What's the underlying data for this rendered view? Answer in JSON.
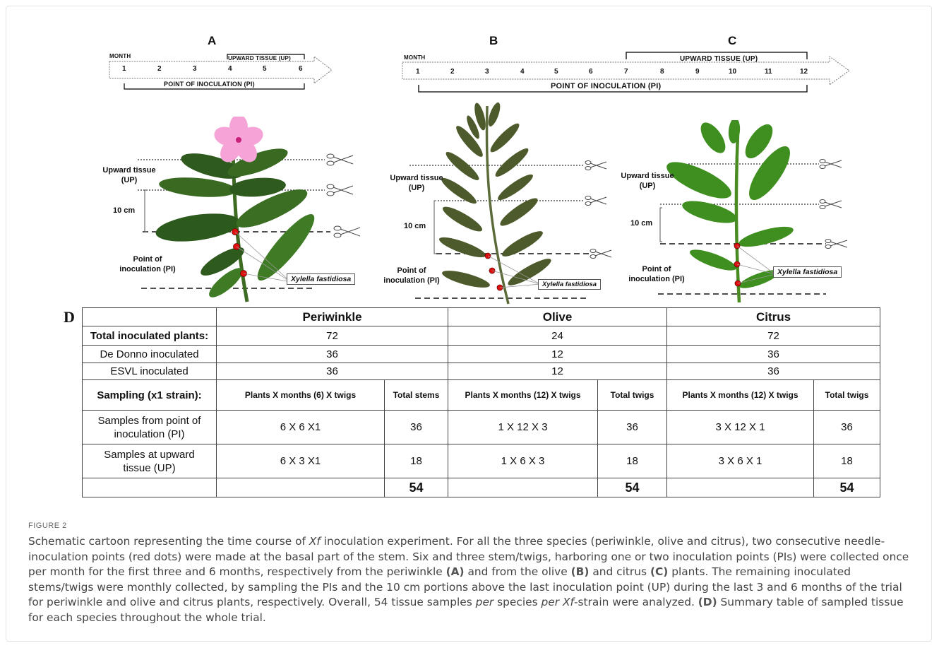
{
  "panels": {
    "A": {
      "letter": "A",
      "month_label": "MONTH",
      "months": [
        "1",
        "2",
        "3",
        "4",
        "5",
        "6"
      ],
      "up_label": "UPWARD TISSUE (UP)",
      "pi_label": "POINT OF INOCULATION (PI)"
    },
    "BC": {
      "letter_b": "B",
      "letter_c": "C",
      "month_label": "MONTH",
      "months": [
        "1",
        "2",
        "3",
        "4",
        "5",
        "6",
        "7",
        "8",
        "9",
        "10",
        "11",
        "12"
      ],
      "up_label": "UPWARD TISSUE (UP)",
      "pi_label": "POINT OF INOCULATION (PI)"
    }
  },
  "plant_labels": {
    "upward_tissue_line1": "Upward tissue",
    "upward_tissue_line2": "(UP)",
    "ten_cm": "10 cm",
    "poi_line1": "Point of",
    "poi_line2": "inoculation (PI)",
    "xylella": "Xylella fastidiosa"
  },
  "table": {
    "letter": "D",
    "species": [
      "Periwinkle",
      "Olive",
      "Citrus"
    ],
    "rows": {
      "total_label": "Total inoculated plants:",
      "total_values": [
        "72",
        "24",
        "72"
      ],
      "dedonno_label": "De Donno inoculated",
      "dedonno_values": [
        "36",
        "12",
        "36"
      ],
      "esvl_label": "ESVL inoculated",
      "esvl_values": [
        "36",
        "12",
        "36"
      ],
      "sampling_label": "Sampling (x1 strain):",
      "sampling_sub": [
        "Plants X months (6) X twigs",
        "Total stems",
        "Plants X months (12) X twigs",
        "Total twigs",
        "Plants X months (12) X twigs",
        "Total twigs"
      ],
      "pi_label_1": "Samples from point of",
      "pi_label_2": "inoculation (PI)",
      "pi_values": [
        "6 X 6 X1",
        "36",
        "1 X 12 X 3",
        "36",
        "3 X 12 X 1",
        "36"
      ],
      "up_label_1": "Samples at upward",
      "up_label_2": "tissue (UP)",
      "up_values": [
        "6 X 3 X1",
        "18",
        "1 X 6 X 3",
        "18",
        "3 X 6 X 1",
        "18"
      ],
      "totals": [
        "54",
        "54",
        "54"
      ]
    }
  },
  "caption": {
    "label": "FIGURE 2",
    "text_parts": {
      "p1": "Schematic cartoon representing the time course of ",
      "xf1": "Xf",
      "p2": " inoculation experiment. For all the three species (periwinkle, olive and citrus), two consecutive needle-inoculation points (red dots) were made at the basal part of the stem. Six and three stem/twigs, harboring one or two inoculation points (PIs) were collected once per month for the first three and 6 months, respectively from the periwinkle ",
      "a": "(A)",
      "p3": " and from the olive ",
      "b": "(B)",
      "p4": " and citrus ",
      "c": "(C)",
      "p5": " plants. The remaining inoculated stems/twigs were monthly collected, by sampling the PIs and the 10 cm portions above the last inoculation point (UP) during the last 3 and 6 months of the trial for periwinkle and olive and citrus plants, respectively. Overall, 54 tissue samples ",
      "per1": "per",
      "p6": " species ",
      "per2": "per Xf",
      "p7": "-strain were analyzed. ",
      "d": "(D)",
      "p8": " Summary table of sampled tissue for each species throughout the whole trial."
    }
  },
  "colors": {
    "leaf_dark": "#2f5a1e",
    "leaf_mid": "#3f7a25",
    "olive_leaf": "#4d5a2c",
    "citrus_leaf": "#3e8f1f",
    "flower": "#f6a3d8",
    "dot": "#e01010"
  }
}
